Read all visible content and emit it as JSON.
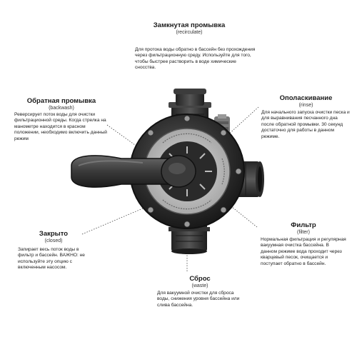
{
  "labels": {
    "recirculate": {
      "title": "Замкнутая промывка",
      "sub": "(recirculate)",
      "desc": "Для протока воды обратно в бассейн без прохождения через фильтрационную среду. Используйте для того, чтобы быстрее растворить в воде химические сносства."
    },
    "backwash": {
      "title": "Обратная промывка",
      "sub": "(backwash)",
      "desc": "Реверсирует поток воды для очистки фильтрационной среды. Когда стрелка на манометре находится в красном положении, необходимо включить данный режим"
    },
    "rinse": {
      "title": "Ополаскивание",
      "sub": "(rinse)",
      "desc": "Для начального запуска очистки песка и для выравнивания песчанного дна после обратной промывки. 30 секунд достаточно для работы в данном режиме."
    },
    "closed": {
      "title": "Закрыто",
      "sub": "(closed)",
      "desc": "Запирает весь поток воды в фильтр и бассейн. ВАЖНО: не используйте эту опцию с включенным насосом."
    },
    "filter": {
      "title": "Фильтр",
      "sub": "(filter)",
      "desc": "Нормальная фильтрация и регулярная вакуумная очистка бассейна. В данном режиме вода проходит через кварцевый песок, очищается и поступает обратно в бассейн."
    },
    "waste": {
      "title": "Сброс",
      "sub": "(waste)",
      "desc": "Для вакуумной очистки для сброса воды, снижения уровня бассейна или слива бассейна."
    }
  }
}
